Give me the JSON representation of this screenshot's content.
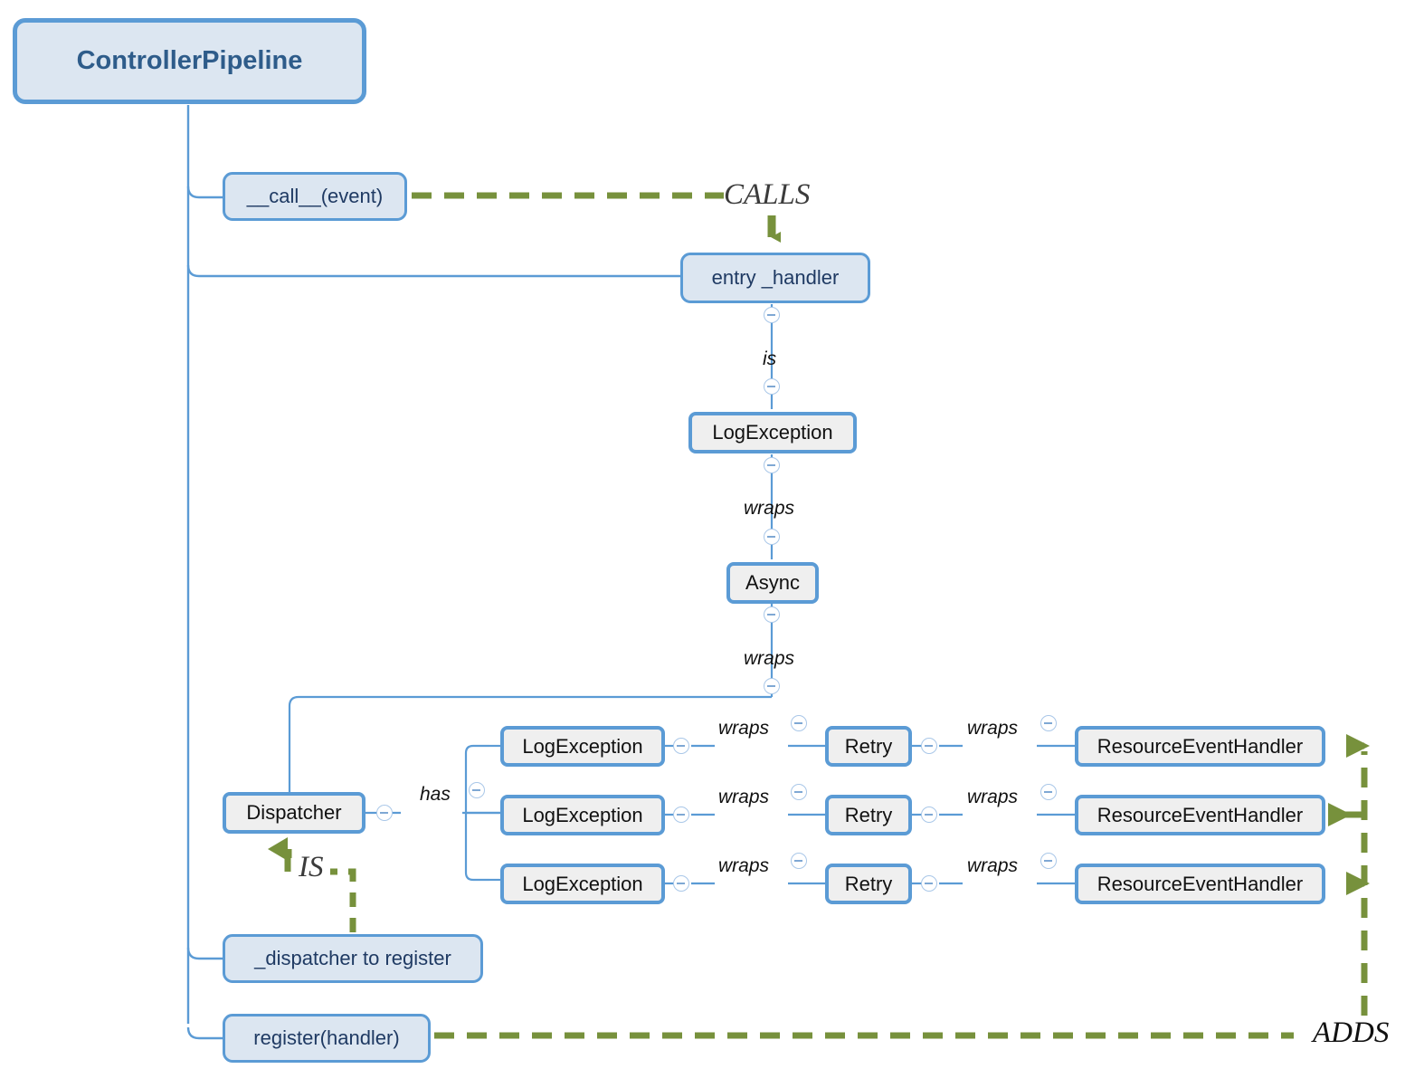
{
  "diagram": {
    "title": "ControllerPipeline",
    "root": {
      "label": "ControllerPipeline"
    },
    "methods": [
      {
        "label": "__call__(event)"
      },
      {
        "label": "entry _handler"
      },
      {
        "label": "_dispatcher to register"
      },
      {
        "label": "register(handler)"
      }
    ],
    "chain": [
      {
        "label": "LogException"
      },
      {
        "label": "Async"
      },
      {
        "label": "Dispatcher"
      }
    ],
    "handler_rows": [
      {
        "log": "LogException",
        "retry": "Retry",
        "handler": "ResourceEventHandler"
      },
      {
        "log": "LogException",
        "retry": "Retry",
        "handler": "ResourceEventHandler"
      },
      {
        "log": "LogException",
        "retry": "Retry",
        "handler": "ResourceEventHandler"
      }
    ],
    "edge_labels": {
      "is": "is",
      "wraps": "wraps",
      "has": "has"
    },
    "relations": {
      "calls": "CALLS",
      "is_rel": "IS",
      "adds": "ADDS"
    },
    "colors": {
      "node_border": "#5b9bd5",
      "node_fill_blue": "#dce6f1",
      "node_fill_grey": "#efefef",
      "root_text": "#2e5c8a",
      "relation_green": "#77913c",
      "connector_line": "#5b9bd5"
    }
  }
}
